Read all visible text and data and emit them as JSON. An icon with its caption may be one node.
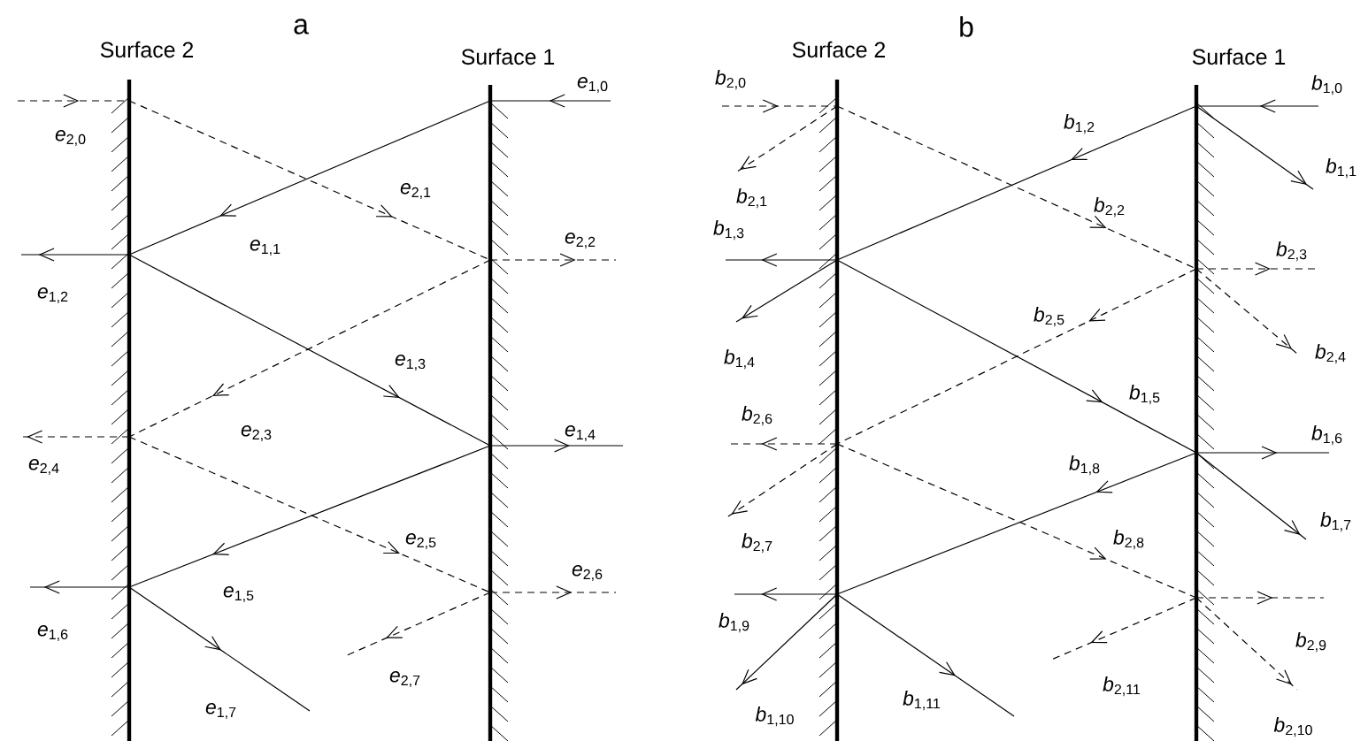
{
  "diagram": {
    "labels": [
      "a",
      "Surface 2",
      "Surface 1",
      "*e*$_{2,0}$",
      "*e*$_{1,0}$",
      "*e*$_{2,1}$",
      "*e*$_{1,1}$",
      "*e*$_{2,2}$",
      "*e*$_{1,2}$",
      "*e*$_{1,3}$",
      "*e*$_{2,3}$",
      "*e*$_{1,4}$",
      "*e*$_{2,4}$",
      "*e*$_{2,5}$",
      "*e*$_{1,5}$",
      "*e*$_{2,6}$",
      "*e*$_{1,6}$",
      "*e*$_{2,7}$",
      "*e*$_{1,7}$",
      "b",
      "Surface 2",
      "Surface 1",
      "*b*$_{2,0}$",
      "*b*$_{1,0}$",
      "*b*$_{1,2}$",
      "*b*$_{1,1}$",
      "*b*$_{2,1}$",
      "*b*$_{2,2}$",
      "*b*$_{1,3}$",
      "*b*$_{2,3}$",
      "*b*$_{2,5}$",
      "*b*$_{1,4}$",
      "*b*$_{2,4}$",
      "*b*$_{1,5}$",
      "*b*$_{2,6}$",
      "*b*$_{1,6}$",
      "*b*$_{1,8}$",
      "*b*$_{1,7}$",
      "*b*$_{2,7}$",
      "*b*$_{2,8}$",
      "*b*$_{1,9}$",
      "*b*$_{2,9}$",
      "*b*$_{1,10}$",
      "*b*$_{2,11}$",
      "*b*$_{1,11}$",
      "*b*$_{2,10}$"
    ]
  }
}
